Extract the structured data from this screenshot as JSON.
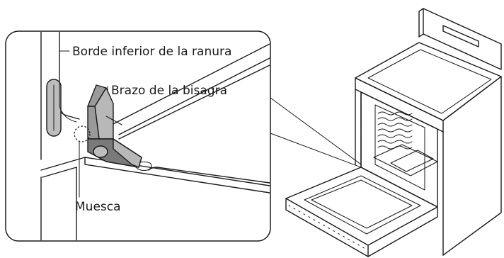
{
  "labels": {
    "slot_bottom_edge": "Borde inferior de la ranura",
    "hinge_arm": "Brazo de la bisagra",
    "notch": "Muesca"
  },
  "colors": {
    "line": "#1a1a1a",
    "hinge_fill": "#9a9a9a",
    "background": "#ffffff"
  }
}
